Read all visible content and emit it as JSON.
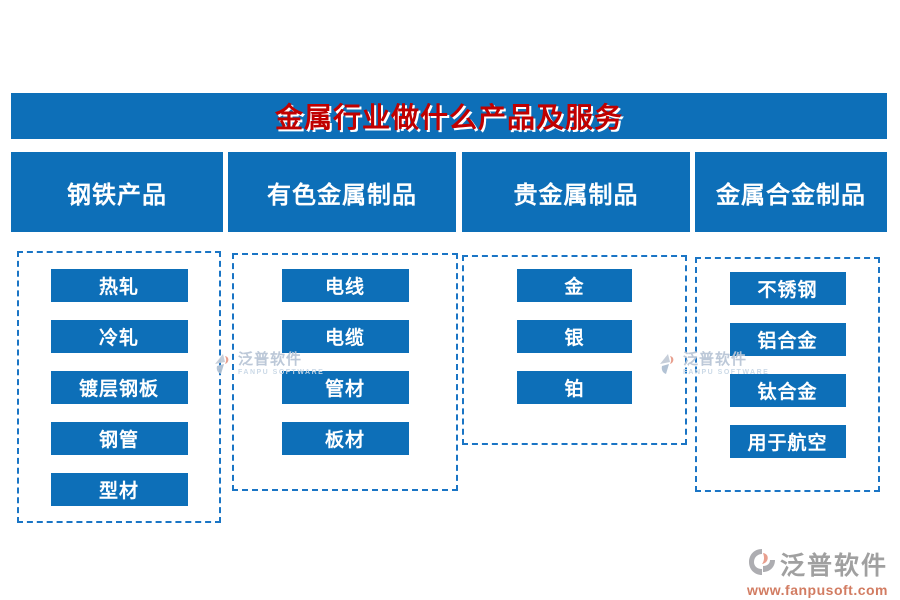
{
  "title": "金属行业做什么产品及服务",
  "colors": {
    "primary_blue": "#0d6fb8",
    "title_text_red": "#c00000",
    "dashed_border_blue": "#1a75c5",
    "watermark_gray": "#9b9b9b",
    "watermark_salmon": "#d0765a"
  },
  "columns": [
    {
      "header": "钢铁产品",
      "items": [
        "热轧",
        "冷轧",
        "镀层钢板",
        "钢管",
        "型材"
      ]
    },
    {
      "header": "有色金属制品",
      "items": [
        "电线",
        "电缆",
        "管材",
        "板材"
      ]
    },
    {
      "header": "贵金属制品",
      "items": [
        "金",
        "银",
        "铂"
      ]
    },
    {
      "header": "金属合金制品",
      "items": [
        "不锈钢",
        "铝合金",
        "钛合金",
        "用于航空"
      ]
    }
  ],
  "watermark": {
    "brand": "泛普软件",
    "brand_sub": "FANPU SOFTWARE",
    "website": "www.fanpusoft.com"
  }
}
